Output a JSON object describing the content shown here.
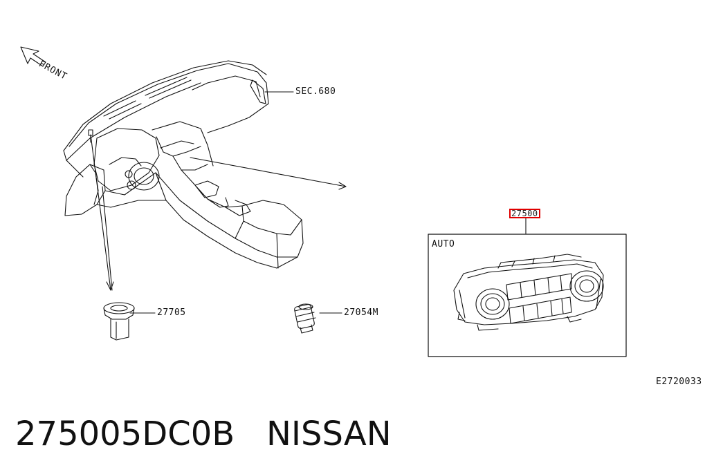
{
  "diagram": {
    "front_label": "FRONT",
    "callouts": {
      "sec_680": "SEC.680",
      "part_27705": "27705",
      "part_27054m": "27054M",
      "part_27500": "27500"
    },
    "inset": {
      "title": "AUTO"
    },
    "figure_code": "E2720033"
  },
  "footer": {
    "part_number": "275005DC0B",
    "brand": "NISSAN"
  },
  "colors": {
    "highlight": "#e00000",
    "line": "#111111"
  }
}
